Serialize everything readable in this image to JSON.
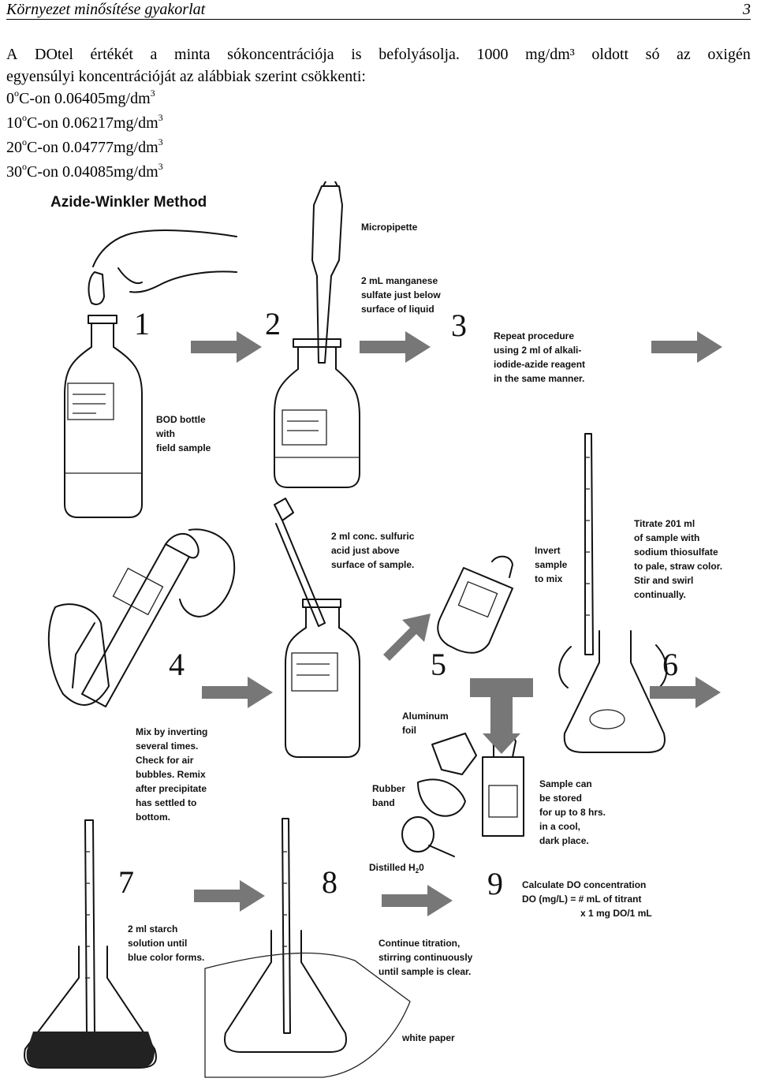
{
  "header": {
    "title": "Környezet minősítése gyakorlat",
    "page_number": "3"
  },
  "intro": {
    "line1_words": [
      "A",
      "DOtel",
      "értékét",
      "a",
      "minta",
      "sókoncentrációja",
      "is",
      "befolyásolja.",
      "1000",
      "mg/dm³",
      "oldott",
      "só",
      "az",
      "oxigén"
    ],
    "line2": "egyensúlyi koncentrációját az alábbiak szerint csökkenti:"
  },
  "temperatures": [
    {
      "temp": "0",
      "unit": "C-on",
      "value": "0.06405mg/dm",
      "exp": "3"
    },
    {
      "temp": "10",
      "unit": "C-on",
      "value": "0.06217mg/dm",
      "exp": "3"
    },
    {
      "temp": "20",
      "unit": "C-on",
      "value": "0.04777mg/dm",
      "exp": "3"
    },
    {
      "temp": "30",
      "unit": "C-on",
      "value": "0.04085mg/dm",
      "exp": "3"
    }
  ],
  "degree_mark": "o",
  "figure": {
    "title": "Azide-Winkler Method",
    "micropipette": "Micropipette",
    "step_numbers": [
      "1",
      "2",
      "3",
      "4",
      "5",
      "6",
      "7",
      "8",
      "9"
    ],
    "step1_label": [
      "BOD bottle",
      "with",
      "field sample"
    ],
    "step2_label": [
      "2 mL manganese",
      "sulfate just below",
      "surface of liquid"
    ],
    "step3_label": [
      "Repeat procedure",
      "using 2 ml of alkali-",
      "iodide-azide reagent",
      "in the same manner."
    ],
    "step4_acid": [
      "2 ml conc. sulfuric",
      "acid just above",
      "surface of sample."
    ],
    "step4_mix": [
      "Mix by inverting",
      "several times.",
      "Check for air",
      "bubbles. Remix",
      "after precipitate",
      "has settled to",
      "bottom."
    ],
    "invert": [
      "Invert",
      "sample",
      "to mix"
    ],
    "titrate": [
      "Titrate 201 ml",
      "of sample with",
      "sodium thiosulfate",
      "to pale, straw color.",
      "Stir and swirl",
      "continually."
    ],
    "aluminum": [
      "Aluminum",
      "foil"
    ],
    "rubber": [
      "Rubber",
      "band"
    ],
    "stored": [
      "Sample can",
      "be stored",
      "for up to 8 hrs.",
      "in a cool,",
      "dark place."
    ],
    "starch": [
      "2 ml starch",
      "solution until",
      "blue color forms."
    ],
    "distilled": "Distilled H",
    "distilled_sub": "2",
    "distilled_end": "0",
    "continue": [
      "Continue titration,",
      "stirring continuously",
      "until sample is clear."
    ],
    "calc": [
      "Calculate DO concentration",
      "DO (mg/L) = # mL of titrant",
      "x 1 mg DO/1 mL"
    ],
    "white_paper": "white paper"
  }
}
